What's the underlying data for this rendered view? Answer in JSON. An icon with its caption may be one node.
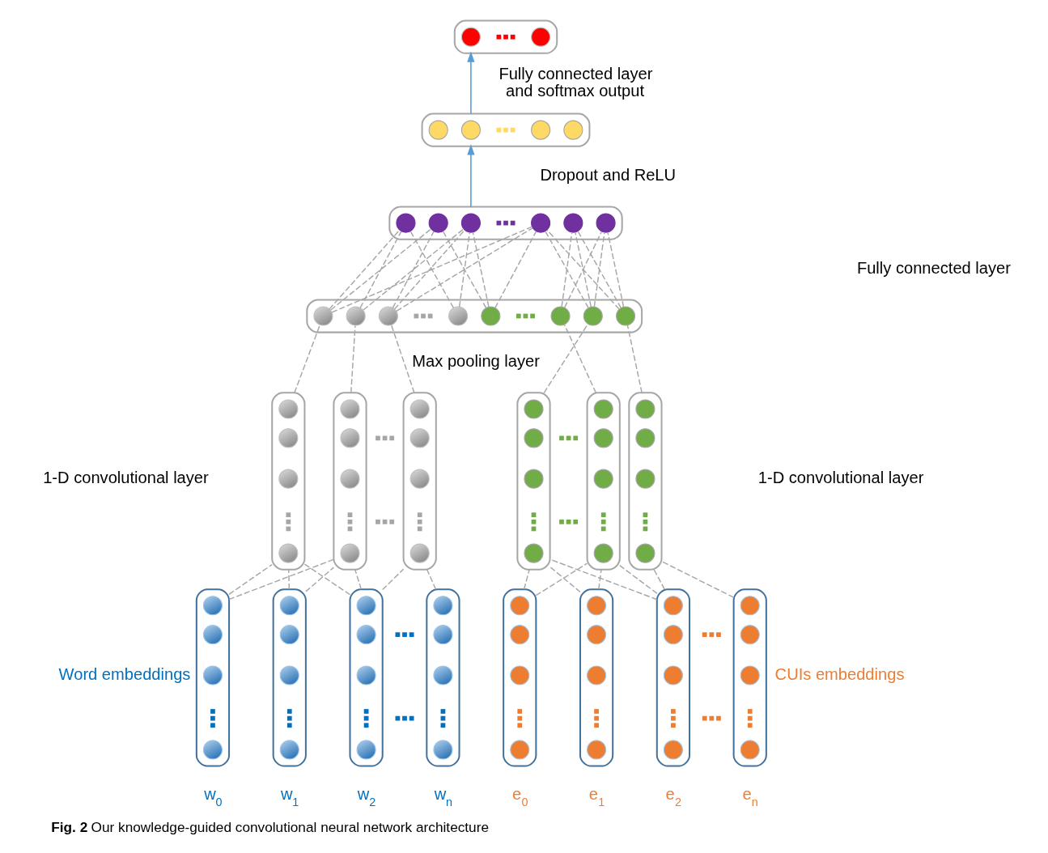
{
  "diagram": {
    "caption": "**Fig. 2** Our knowledge-guided convolutional neural network architecture",
    "nodes": [
      {
        "text": [],
        "shape": "box"
      },
      {
        "text": [],
        "shape": "circle",
        "in": 0
      },
      {
        "text": [],
        "shape": "circle",
        "in": 0
      },
      {
        "text": [],
        "shape": "box"
      },
      {
        "text": [],
        "shape": "circle",
        "in": 3
      },
      {
        "text": [],
        "shape": "circle",
        "in": 3
      },
      {
        "text": [],
        "shape": "circle",
        "in": 3
      },
      {
        "text": [],
        "shape": "circle",
        "in": 3
      },
      {
        "text": [],
        "shape": "box"
      },
      {
        "text": [],
        "shape": "circle",
        "in": 8
      },
      {
        "text": [],
        "shape": "circle",
        "in": 8
      },
      {
        "text": [],
        "shape": "circle",
        "in": 8
      },
      {
        "text": [],
        "shape": "circle",
        "in": 8
      },
      {
        "text": [],
        "shape": "circle",
        "in": 8
      },
      {
        "text": [],
        "shape": "circle",
        "in": 8
      },
      {
        "text": [],
        "shape": "box"
      },
      {
        "text": [],
        "shape": "circle",
        "in": 15
      },
      {
        "text": [],
        "shape": "circle",
        "in": 15
      },
      {
        "text": [],
        "shape": "circle",
        "in": 15
      },
      {
        "text": [],
        "shape": "circle",
        "in": 15
      },
      {
        "text": [],
        "shape": "circle",
        "in": 15
      },
      {
        "text": [],
        "shape": "circle",
        "in": 15
      },
      {
        "text": [],
        "shape": "circle",
        "in": 15
      },
      {
        "text": [],
        "shape": "circle",
        "in": 15
      },
      {
        "text": [],
        "shape": "box"
      },
      {
        "text": [],
        "shape": "circle",
        "in": 24
      },
      {
        "text": [],
        "shape": "circle",
        "in": 24
      },
      {
        "text": [],
        "shape": "circle",
        "in": 24
      },
      {
        "text": [],
        "shape": "circle",
        "in": 24
      },
      {
        "text": [],
        "shape": "box"
      },
      {
        "text": [],
        "shape": "circle",
        "in": 29
      },
      {
        "text": [],
        "shape": "circle",
        "in": 29
      },
      {
        "text": [],
        "shape": "circle",
        "in": 29
      },
      {
        "text": [],
        "shape": "circle",
        "in": 29
      },
      {
        "text": [],
        "shape": "box"
      },
      {
        "text": [],
        "shape": "circle",
        "in": 34
      },
      {
        "text": [],
        "shape": "circle",
        "in": 34
      },
      {
        "text": [],
        "shape": "circle",
        "in": 34
      },
      {
        "text": [],
        "shape": "circle",
        "in": 34
      },
      {
        "text": [],
        "shape": "box"
      },
      {
        "text": [],
        "shape": "circle",
        "in": 39
      },
      {
        "text": [],
        "shape": "circle",
        "in": 39
      },
      {
        "text": [],
        "shape": "circle",
        "in": 39
      },
      {
        "text": [],
        "shape": "circle",
        "in": 39
      },
      {
        "text": [],
        "shape": "box"
      },
      {
        "text": [],
        "shape": "circle",
        "in": 44
      },
      {
        "text": [],
        "shape": "circle",
        "in": 44
      },
      {
        "text": [],
        "shape": "circle",
        "in": 44
      },
      {
        "text": [],
        "shape": "circle",
        "in": 44
      },
      {
        "text": [],
        "shape": "box"
      },
      {
        "text": [],
        "shape": "circle",
        "in": 49
      },
      {
        "text": [],
        "shape": "circle",
        "in": 49
      },
      {
        "text": [],
        "shape": "circle",
        "in": 49
      },
      {
        "text": [],
        "shape": "circle",
        "in": 49
      },
      {
        "text": [],
        "shape": "box",
        "beside": [
          "w$_{0}$"
        ]
      },
      {
        "text": [],
        "shape": "circle",
        "in": 54
      },
      {
        "text": [],
        "shape": "circle",
        "in": 54
      },
      {
        "text": [],
        "shape": "circle",
        "in": 54
      },
      {
        "text": [],
        "shape": "circle",
        "in": 54
      },
      {
        "text": [],
        "shape": "box",
        "beside": [
          "w$_{1}$"
        ]
      },
      {
        "text": [],
        "shape": "circle",
        "in": 59
      },
      {
        "text": [],
        "shape": "circle",
        "in": 59
      },
      {
        "text": [],
        "shape": "circle",
        "in": 59
      },
      {
        "text": [],
        "shape": "circle",
        "in": 59
      },
      {
        "text": [],
        "shape": "box",
        "beside": [
          "w$_{2}$"
        ]
      },
      {
        "text": [],
        "shape": "circle",
        "in": 64
      },
      {
        "text": [],
        "shape": "circle",
        "in": 64
      },
      {
        "text": [],
        "shape": "circle",
        "in": 64
      },
      {
        "text": [],
        "shape": "circle",
        "in": 64
      },
      {
        "text": [],
        "shape": "box",
        "beside": [
          "w$_{n}$"
        ]
      },
      {
        "text": [],
        "shape": "circle",
        "in": 69
      },
      {
        "text": [],
        "shape": "circle",
        "in": 69
      },
      {
        "text": [],
        "shape": "circle",
        "in": 69
      },
      {
        "text": [],
        "shape": "circle",
        "in": 69
      },
      {
        "text": [],
        "shape": "box",
        "beside": [
          "e$_{0}$"
        ]
      },
      {
        "text": [],
        "shape": "circle",
        "in": 74
      },
      {
        "text": [],
        "shape": "circle",
        "in": 74
      },
      {
        "text": [],
        "shape": "circle",
        "in": 74
      },
      {
        "text": [],
        "shape": "circle",
        "in": 74
      },
      {
        "text": [],
        "shape": "box",
        "beside": [
          "e$_{1}$"
        ]
      },
      {
        "text": [],
        "shape": "circle",
        "in": 79
      },
      {
        "text": [],
        "shape": "circle",
        "in": 79
      },
      {
        "text": [],
        "shape": "circle",
        "in": 79
      },
      {
        "text": [],
        "shape": "circle",
        "in": 79
      },
      {
        "text": [],
        "shape": "box",
        "beside": [
          "e$_{2}$"
        ]
      },
      {
        "text": [],
        "shape": "circle",
        "in": 84
      },
      {
        "text": [],
        "shape": "circle",
        "in": 84
      },
      {
        "text": [],
        "shape": "circle",
        "in": 84
      },
      {
        "text": [],
        "shape": "circle",
        "in": 84
      },
      {
        "text": [],
        "shape": "box",
        "beside": [
          "e$_{n}$"
        ]
      },
      {
        "text": [],
        "shape": "circle",
        "in": 89
      },
      {
        "text": [],
        "shape": "circle",
        "in": 89
      },
      {
        "text": [],
        "shape": "circle",
        "in": 89
      },
      {
        "text": [],
        "shape": "circle",
        "in": 89
      }
    ],
    "edges": [
      {
        "from": 3,
        "to": 0,
        "arrow": "to",
        "color": "#5b9bd5"
      },
      {
        "from": 8,
        "to": 3,
        "arrow": "to",
        "color": "#5b9bd5"
      },
      {
        "from": 16,
        "to": 9,
        "arrow": "none",
        "style": "dashed"
      },
      {
        "from": 17,
        "to": 9,
        "arrow": "none",
        "style": "dashed"
      },
      {
        "from": 19,
        "to": 9,
        "arrow": "none",
        "style": "dashed"
      },
      {
        "from": 16,
        "to": 10,
        "arrow": "none",
        "style": "dashed"
      },
      {
        "from": 18,
        "to": 10,
        "arrow": "none",
        "style": "dashed"
      },
      {
        "from": 20,
        "to": 10,
        "arrow": "none",
        "style": "dashed"
      },
      {
        "from": 17,
        "to": 11,
        "arrow": "none",
        "style": "dashed"
      },
      {
        "from": 18,
        "to": 11,
        "arrow": "none",
        "style": "dashed"
      },
      {
        "from": 19,
        "to": 11,
        "arrow": "none",
        "style": "dashed"
      },
      {
        "from": 20,
        "to": 11,
        "arrow": "none",
        "style": "dashed"
      },
      {
        "from": 16,
        "to": 12,
        "arrow": "none",
        "style": "dashed"
      },
      {
        "from": 18,
        "to": 12,
        "arrow": "none",
        "style": "dashed"
      },
      {
        "from": 20,
        "to": 12,
        "arrow": "none",
        "style": "dashed"
      },
      {
        "from": 22,
        "to": 12,
        "arrow": "none",
        "style": "dashed"
      },
      {
        "from": 23,
        "to": 12,
        "arrow": "none",
        "style": "dashed"
      },
      {
        "from": 21,
        "to": 13,
        "arrow": "none",
        "style": "dashed"
      },
      {
        "from": 22,
        "to": 13,
        "arrow": "none",
        "style": "dashed"
      },
      {
        "from": 23,
        "to": 13,
        "arrow": "none",
        "style": "dashed"
      },
      {
        "from": 21,
        "to": 14,
        "arrow": "none",
        "style": "dashed"
      },
      {
        "from": 22,
        "to": 14,
        "arrow": "none",
        "style": "dashed"
      },
      {
        "from": 23,
        "to": 14,
        "arrow": "none",
        "style": "dashed"
      },
      {
        "from": 24,
        "to": 16,
        "arrow": "none",
        "style": "dashed"
      },
      {
        "from": 29,
        "to": 17,
        "arrow": "none",
        "style": "dashed"
      },
      {
        "from": 34,
        "to": 18,
        "arrow": "none",
        "style": "dashed"
      },
      {
        "from": 39,
        "to": 21,
        "arrow": "none",
        "style": "dashed"
      },
      {
        "from": 44,
        "to": 22,
        "arrow": "none",
        "style": "dashed"
      },
      {
        "from": 49,
        "to": 23,
        "arrow": "none",
        "style": "dashed"
      },
      {
        "from": 54,
        "to": 24,
        "arrow": "none",
        "style": "dashed"
      },
      {
        "from": 59,
        "to": 24,
        "arrow": "none",
        "style": "dashed"
      },
      {
        "from": 64,
        "to": 24,
        "arrow": "none",
        "style": "dashed"
      },
      {
        "from": 54,
        "to": 29,
        "arrow": "none",
        "style": "dashed"
      },
      {
        "from": 59,
        "to": 29,
        "arrow": "none",
        "style": "dashed"
      },
      {
        "from": 64,
        "to": 29,
        "arrow": "none",
        "style": "dashed"
      },
      {
        "from": 64,
        "to": 34,
        "arrow": "none",
        "style": "dashed"
      },
      {
        "from": 69,
        "to": 34,
        "arrow": "none",
        "style": "dashed"
      },
      {
        "from": 74,
        "to": 39,
        "arrow": "none",
        "style": "dashed"
      },
      {
        "from": 79,
        "to": 39,
        "arrow": "none",
        "style": "dashed"
      },
      {
        "from": 84,
        "to": 39,
        "arrow": "none",
        "style": "dashed"
      },
      {
        "from": 74,
        "to": 44,
        "arrow": "none",
        "style": "dashed"
      },
      {
        "from": 79,
        "to": 44,
        "arrow": "none",
        "style": "dashed"
      },
      {
        "from": 84,
        "to": 44,
        "arrow": "none",
        "style": "dashed"
      },
      {
        "from": 84,
        "to": 49,
        "arrow": "none",
        "style": "dashed"
      },
      {
        "from": 89,
        "to": 49,
        "arrow": "none",
        "style": "dashed"
      }
    ],
    "labels": [
      "Fully connected layer and softmax output",
      "Dropout and ReLU",
      "Fully connected layer",
      "Max pooling layer",
      "1-D convolutional layer",
      "1-D convolutional layer",
      "Word embeddings",
      "CUIs embeddings"
    ]
  }
}
